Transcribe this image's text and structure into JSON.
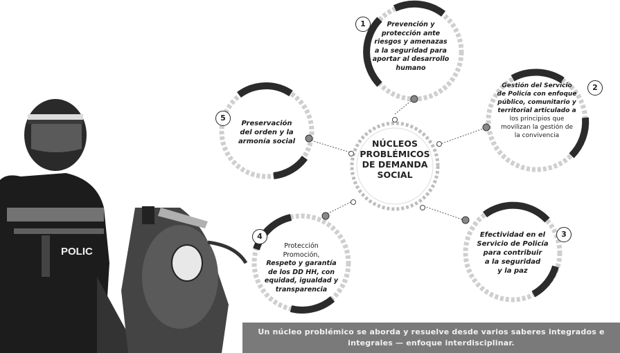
{
  "center": {
    "lines": [
      "NÚCLEOS",
      "PROBLÉMICOS",
      "DE DEMANDA",
      "SOCIAL"
    ]
  },
  "nodes": [
    {
      "number": "1",
      "lines": [
        "Prevención y",
        "protección ante",
        "riesgos y amenazas",
        "a la seguridad para",
        "aportar al desarrollo",
        "humano"
      ]
    },
    {
      "number": "2",
      "lines": [
        "Gestión del Servicio",
        "de Policía con enfoque",
        "público, comunitario y",
        "territorial articulado a",
        "los principios que",
        "movilizan la gestión de",
        "la convivencia"
      ]
    },
    {
      "number": "3",
      "lines": [
        "Efectividad en el",
        "Servicio de Policía",
        "para contribuir",
        "a la seguridad",
        "y la paz"
      ]
    },
    {
      "number": "4",
      "lines": [
        "Protección",
        "Promoción,",
        "Respeto y garantía",
        "de los DD HH, con",
        "equidad, igualdad y",
        "transparencia"
      ]
    },
    {
      "number": "5",
      "lines": [
        "Preservación",
        "del orden y la",
        "armonía social"
      ]
    }
  ],
  "banner": {
    "line1": "Un núcleo problémico se aborda y resuelve desde varios saberes integrados e",
    "line2": "integrales — enfoque interdisciplinar."
  },
  "photo": {
    "vest_text": "POLIC"
  },
  "colors": {
    "ring_dark": "#2b2b2b",
    "ring_light": "#cfcfcf",
    "banner": "#7a7a7a"
  }
}
